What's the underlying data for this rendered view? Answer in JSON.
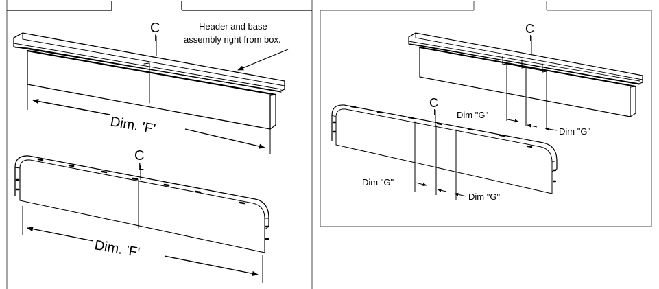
{
  "colors": {
    "line": "#000000",
    "background": "#ffffff",
    "frame": "#6b6b6b"
  },
  "left_panel": {
    "header_note_line1": "Header and base",
    "header_note_line2": "assembly right from box.",
    "centerline_c": "C",
    "centerline_l": "L",
    "dim_header": "Dim. 'F'",
    "dim_base": "Dim. 'F'"
  },
  "right_panel": {
    "centerline_c": "C",
    "centerline_l": "L",
    "dim_g_header_left": "Dim \"G\"",
    "dim_g_header_right": "Dim \"G\"",
    "dim_g_base_left": "Dim \"G\"",
    "dim_g_base_right": "Dim \"G\""
  }
}
